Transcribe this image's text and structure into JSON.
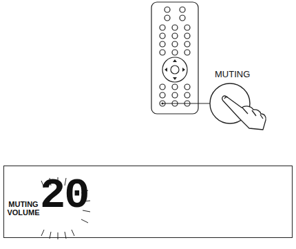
{
  "diagram": {
    "nodes": [
      {
        "text": [
          "MUTING VOLUME",
          "20"
        ]
      }
    ],
    "labels": [
      "MUTING"
    ]
  }
}
